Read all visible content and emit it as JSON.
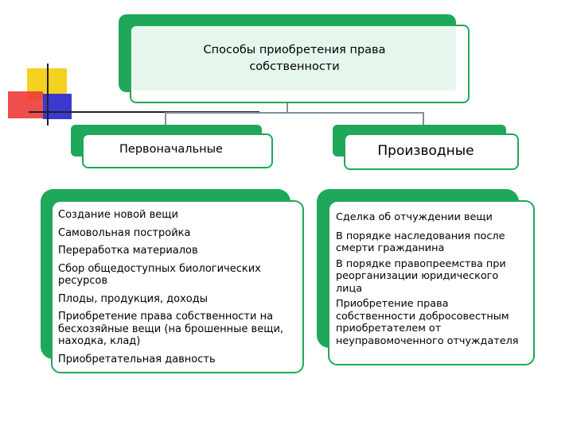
{
  "title": "Способы приобретения права собственности",
  "left": {
    "heading": "Первоначальные",
    "items": [
      "Создание новой вещи",
      "Самовольная постройка",
      "Переработка материалов",
      "Сбор общедоступных биологических ресурсов",
      "Плоды, продукция, доходы",
      "Приобретение права собственности на бесхозяйные вещи (на брошенные вещи, находка, клад)",
      "Приобретательная давность"
    ]
  },
  "right": {
    "heading": "Производные",
    "items": [
      "Сделка об отчуждении вещи",
      "В порядке наследования после смерти гражданина",
      "В порядке правопреемства при реорганизации юридического лица",
      "Приобретение права собственности добросовестным приобретателем от неуправомоченного отчуждателя"
    ]
  },
  "colors": {
    "accent": "#1fa85a",
    "title_fill": "#e6f6ed",
    "logo_yellow": "#f5d21f",
    "logo_red": "#ee3a3a",
    "logo_blue": "#3a3ad0"
  }
}
